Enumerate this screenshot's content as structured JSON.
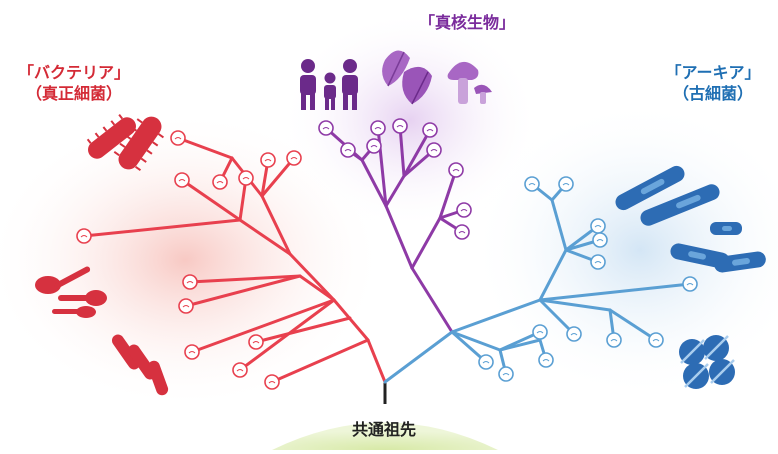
{
  "labels": {
    "bacteria": {
      "name": "「バクテリア」",
      "sub": "（真正細菌）"
    },
    "eukaryote": {
      "name": "「真核生物」"
    },
    "archaea": {
      "name": "「アーキア」",
      "sub": "（古細菌）"
    },
    "root": "共通祖先"
  },
  "colors": {
    "bacteria": "#e8404e",
    "eukaryote": "#8e3aa6",
    "archaea": "#5a9fd3",
    "root_stem": "#222222",
    "ground": "#c6e08a"
  },
  "icons": {
    "bacteria": [
      "rod-bacteria-with-flagella-icon",
      "spore-bacteria-icon",
      "rod-bacteria-pair-icon"
    ],
    "eukaryote": [
      "people-icon",
      "leaves-icon",
      "mushroom-icon"
    ],
    "archaea": [
      "long-rod-archaea-icon",
      "chain-rod-archaea-icon",
      "coccus-cluster-archaea-icon"
    ]
  }
}
